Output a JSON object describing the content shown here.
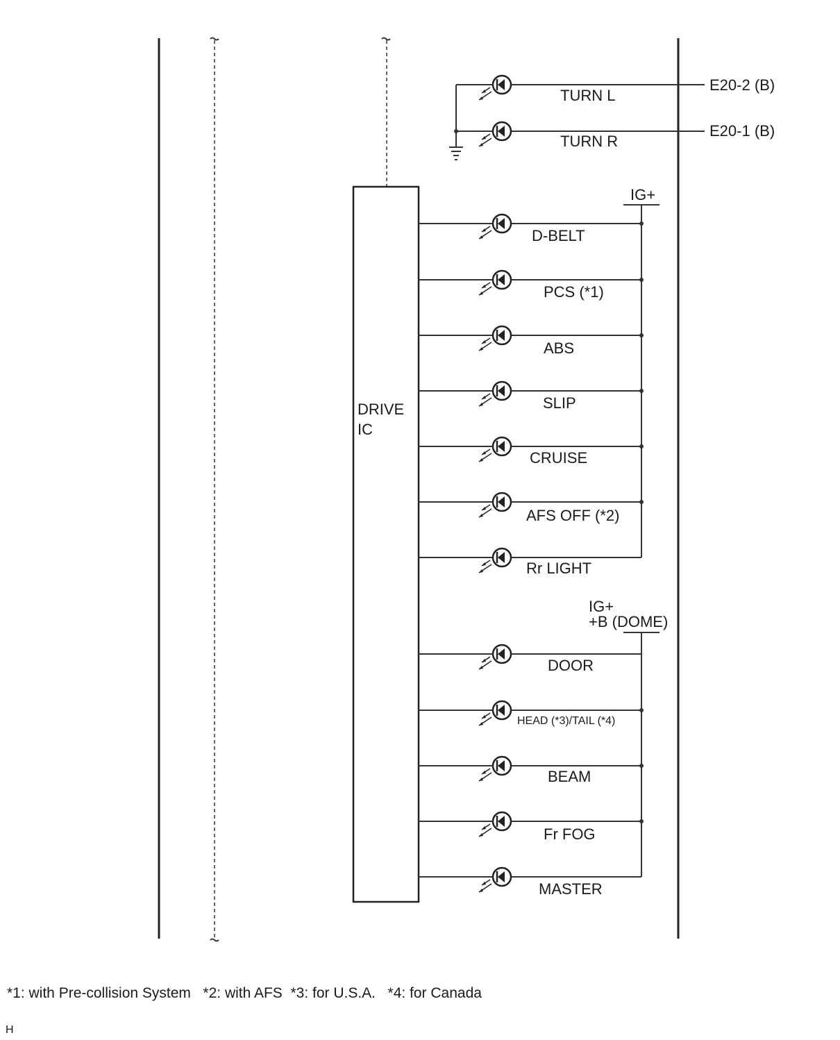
{
  "diagram": {
    "drive_ic_label": [
      "DRIVE",
      "IC"
    ],
    "turn_lamps": [
      {
        "label": "TURN L",
        "connector": "E20-2 (B)"
      },
      {
        "label": "TURN R",
        "connector": "E20-1 (B)"
      }
    ],
    "group1_supply": "IG+",
    "group1_lamps": [
      "D-BELT",
      "PCS (*1)",
      "ABS",
      "SLIP",
      "CRUISE",
      "AFS OFF (*2)",
      "Rr LIGHT"
    ],
    "group2_supply": [
      "IG+",
      "+B (DOME)"
    ],
    "group2_lamps": [
      "DOOR",
      "HEAD (*3)/TAIL (*4)",
      "BEAM",
      "Fr FOG",
      "MASTER"
    ],
    "footnote": "*1: with Pre-collision System   *2: with AFS  *3: for U.S.A.   *4: for Canada",
    "corner_mark": "H"
  }
}
